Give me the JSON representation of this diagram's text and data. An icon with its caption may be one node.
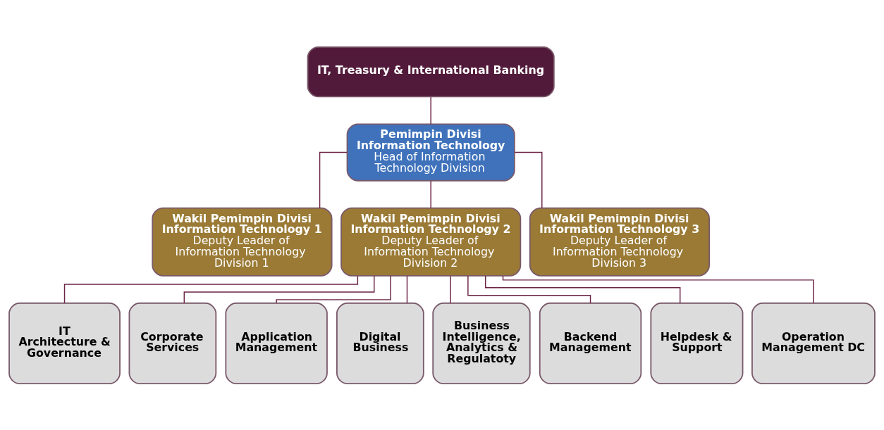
{
  "diagram": {
    "nodes": [
      {
        "text": [
          "IT, Treasury & International Banking"
        ]
      },
      {
        "text": [
          "Pemimpin Divisi Information Technology",
          "Head of Information Technology Division"
        ]
      },
      {
        "text": [
          "Wakil Pemimpin Divisi Information Technology 1",
          "Deputy Leader of Information Technology Division 1"
        ]
      },
      {
        "text": [
          "Wakil Pemimpin Divisi Information Technology 2",
          "Deputy Leader of Information Technology Division 2"
        ]
      },
      {
        "text": [
          "Wakil Pemimpin Divisi Information Technology 3",
          "Deputy Leader of Information Technology Division 3"
        ]
      },
      {
        "text": [
          "IT Architecture & Governance"
        ]
      },
      {
        "text": [
          "Corporate Services"
        ]
      },
      {
        "text": [
          "Application Management"
        ]
      },
      {
        "text": [
          "Digital Business"
        ]
      },
      {
        "text": [
          "Business Intelligence, Analytics & Regulatoty"
        ]
      },
      {
        "text": [
          "Backend Management"
        ]
      },
      {
        "text": [
          "Helpdesk & Support"
        ]
      },
      {
        "text": [
          "Operation Management DC"
        ]
      }
    ],
    "edges": [
      {
        "from": 0,
        "to": 1,
        "arrow": "none"
      },
      {
        "from": 1,
        "to": 2,
        "arrow": "none"
      },
      {
        "from": 1,
        "to": 3,
        "arrow": "none"
      },
      {
        "from": 1,
        "to": 4,
        "arrow": "none"
      },
      {
        "from": 3,
        "to": 5,
        "arrow": "none"
      },
      {
        "from": 3,
        "to": 6,
        "arrow": "none"
      },
      {
        "from": 3,
        "to": 7,
        "arrow": "none"
      },
      {
        "from": 3,
        "to": 8,
        "arrow": "none"
      },
      {
        "from": 3,
        "to": 9,
        "arrow": "none"
      },
      {
        "from": 3,
        "to": 10,
        "arrow": "none"
      },
      {
        "from": 3,
        "to": 11,
        "arrow": "none"
      },
      {
        "from": 3,
        "to": 12,
        "arrow": "none"
      }
    ]
  }
}
